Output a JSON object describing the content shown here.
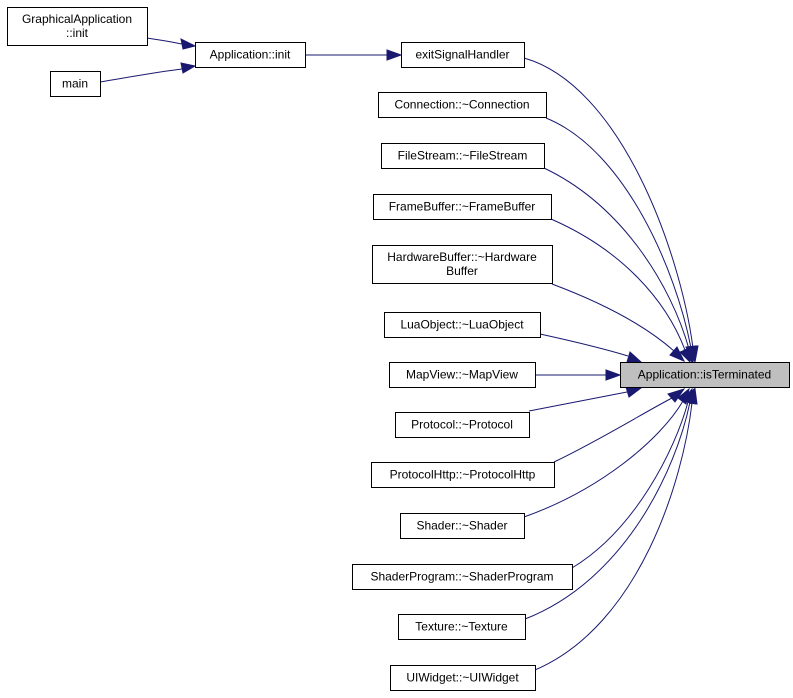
{
  "diagram": {
    "nodes": {
      "graphical_init": [
        "GraphicalApplication",
        "::init"
      ],
      "main": [
        "main"
      ],
      "app_init": [
        "Application::init"
      ],
      "exit_handler": [
        "exitSignalHandler"
      ],
      "connection": [
        "Connection::~Connection"
      ],
      "filestream": [
        "FileStream::~FileStream"
      ],
      "framebuffer": [
        "FrameBuffer::~FrameBuffer"
      ],
      "hardwarebuffer": [
        "HardwareBuffer::~Hardware",
        "Buffer"
      ],
      "luaobject": [
        "LuaObject::~LuaObject"
      ],
      "mapview": [
        "MapView::~MapView"
      ],
      "protocol": [
        "Protocol::~Protocol"
      ],
      "protocolhttp": [
        "ProtocolHttp::~ProtocolHttp"
      ],
      "shader": [
        "Shader::~Shader"
      ],
      "shaderprogram": [
        "ShaderProgram::~ShaderProgram"
      ],
      "texture": [
        "Texture::~Texture"
      ],
      "uiwidget": [
        "UIWidget::~UIWidget"
      ],
      "is_terminated": [
        "Application::isTerminated"
      ]
    },
    "edges": [
      [
        "graphical_init",
        "app_init"
      ],
      [
        "main",
        "app_init"
      ],
      [
        "app_init",
        "exit_handler"
      ],
      [
        "exit_handler",
        "is_terminated"
      ],
      [
        "connection",
        "is_terminated"
      ],
      [
        "filestream",
        "is_terminated"
      ],
      [
        "framebuffer",
        "is_terminated"
      ],
      [
        "hardwarebuffer",
        "is_terminated"
      ],
      [
        "luaobject",
        "is_terminated"
      ],
      [
        "mapview",
        "is_terminated"
      ],
      [
        "protocol",
        "is_terminated"
      ],
      [
        "protocolhttp",
        "is_terminated"
      ],
      [
        "shader",
        "is_terminated"
      ],
      [
        "shaderprogram",
        "is_terminated"
      ],
      [
        "texture",
        "is_terminated"
      ],
      [
        "uiwidget",
        "is_terminated"
      ]
    ],
    "highlighted_node": "is_terminated",
    "colors": {
      "edge": "#191970",
      "node_border": "#000000",
      "node_fill": "#ffffff",
      "highlight_fill": "#bfbfbf",
      "background": "#ffffff"
    }
  }
}
